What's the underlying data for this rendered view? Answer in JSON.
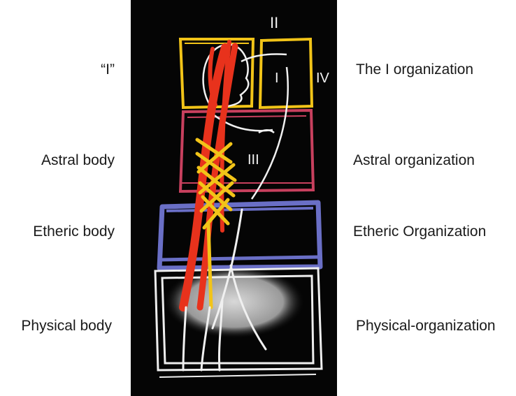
{
  "left_labels": {
    "i": "“I”",
    "astral": "Astral body",
    "etheric": "Etheric body",
    "physical": "Physical body"
  },
  "right_labels": {
    "i_org": "The I organization",
    "astral_org": "Astral organization",
    "etheric_org": "Etheric Organization",
    "physical_org": "Physical-organization"
  },
  "drawing_labels": {
    "roman_ii": "II",
    "roman_i": "I",
    "roman_iv": "IV",
    "roman_iii": "III"
  },
  "colors": {
    "board": "#050505",
    "yellow": "#f2c418",
    "red": "#e8321c",
    "pink": "#c8405e",
    "blue": "#6a6fc6",
    "white": "#f0f0f0"
  }
}
